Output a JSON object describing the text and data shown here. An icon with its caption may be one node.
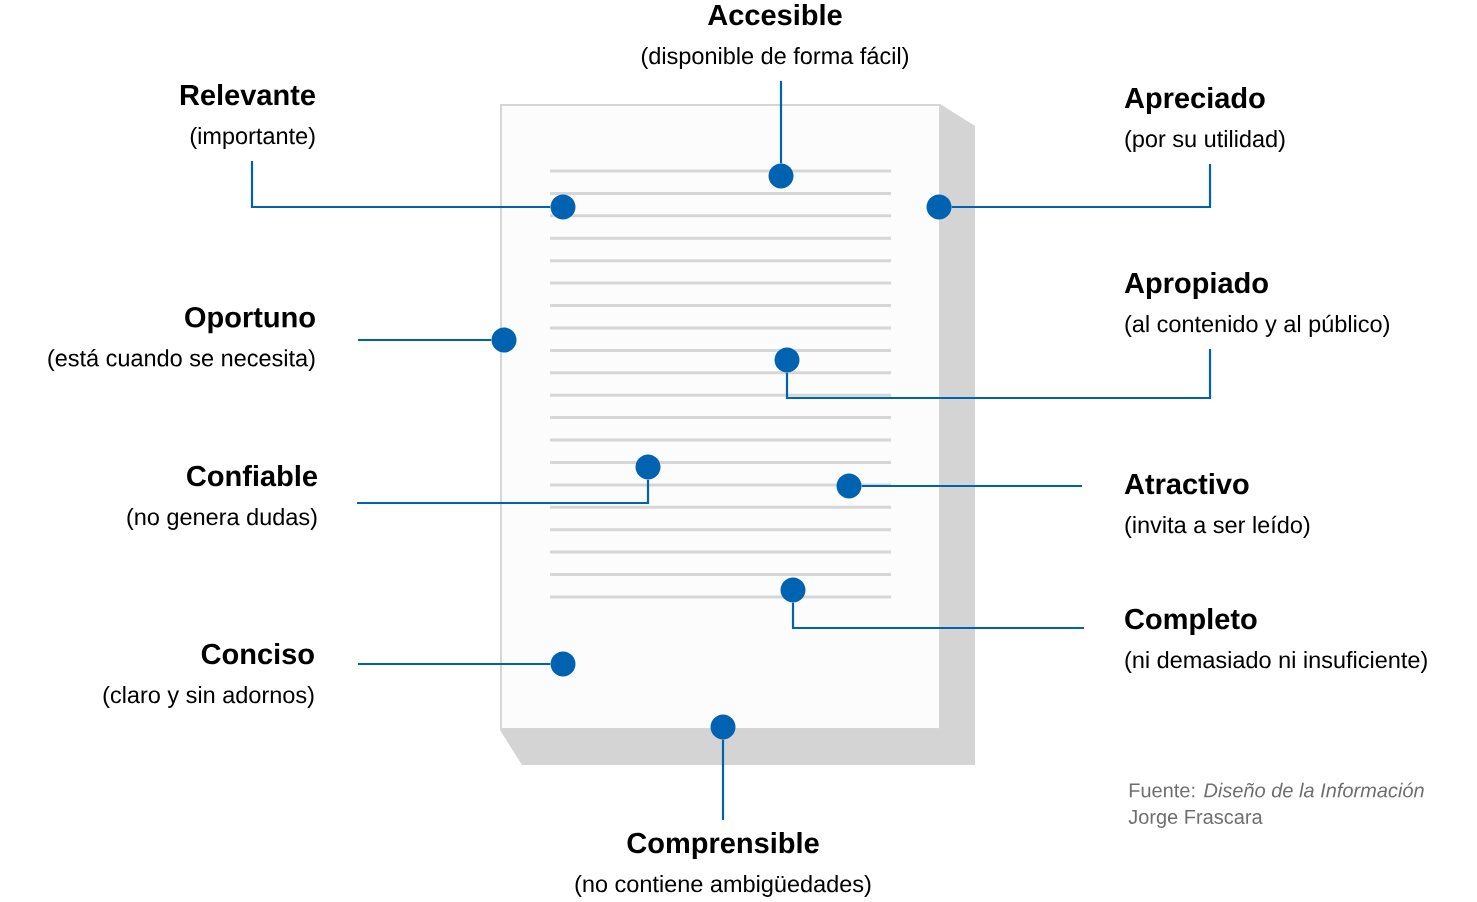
{
  "diagram": {
    "nodes": [
      {
        "text": [
          "Accesible",
          "(disponible de forma fácil)"
        ]
      },
      {
        "text": [
          "Relevante",
          "(importante)"
        ]
      },
      {
        "text": [
          "Apreciado",
          "(por su utilidad)"
        ]
      },
      {
        "text": [
          "Apropiado",
          "(al contenido y al público)"
        ]
      },
      {
        "text": [
          "Oportuno",
          "(está cuando se necesita)"
        ]
      },
      {
        "text": [
          "Confiable",
          "(no genera dudas)"
        ]
      },
      {
        "text": [
          "Atractivo",
          "(invita a ser leído)"
        ]
      },
      {
        "text": [
          "Completo",
          "(ni demasiado ni insuficiente)"
        ]
      },
      {
        "text": [
          "Conciso",
          "(claro y sin adornos)"
        ]
      },
      {
        "text": [
          "Comprensible",
          "(no contiene ambigüedades)"
        ]
      },
      {
        "text": [],
        "shape": "circle"
      },
      {
        "text": [],
        "shape": "circle"
      },
      {
        "text": [],
        "shape": "circle"
      },
      {
        "text": [],
        "shape": "circle"
      },
      {
        "text": [],
        "shape": "circle"
      },
      {
        "text": [],
        "shape": "circle"
      },
      {
        "text": [],
        "shape": "circle"
      },
      {
        "text": [],
        "shape": "circle"
      },
      {
        "text": [],
        "shape": "circle"
      },
      {
        "text": [],
        "shape": "circle"
      }
    ],
    "edges": [
      {
        "from": 0,
        "to": 10,
        "arrow": "none"
      },
      {
        "from": 1,
        "to": 11,
        "arrow": "none"
      },
      {
        "from": 2,
        "to": 12,
        "arrow": "none"
      },
      {
        "from": 3,
        "to": 14,
        "arrow": "none"
      },
      {
        "from": 4,
        "to": 13,
        "arrow": "none"
      },
      {
        "from": 5,
        "to": 15,
        "arrow": "none"
      },
      {
        "from": 6,
        "to": 16,
        "arrow": "none"
      },
      {
        "from": 7,
        "to": 17,
        "arrow": "none"
      },
      {
        "from": 8,
        "to": 18,
        "arrow": "none"
      },
      {
        "from": 9,
        "to": 19,
        "arrow": "none"
      }
    ],
    "labels": [
      "Fuente: *Diseño de la Información*",
      "Jorge Frascara"
    ]
  }
}
